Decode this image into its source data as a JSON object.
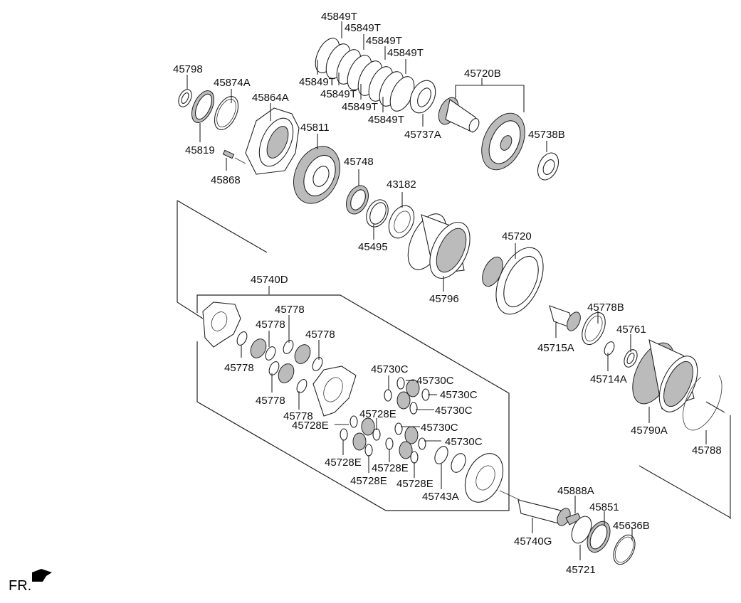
{
  "diagram": {
    "title": "Transaxle output / planetary gear parts diagram",
    "orientation_marker": "FR.",
    "labels": {
      "p45849T_1": "45849T",
      "p45849T_2": "45849T",
      "p45849T_3": "45849T",
      "p45849T_4": "45849T",
      "p45849T_5": "45849T",
      "p45849T_6": "45849T",
      "p45849T_7": "45849T",
      "p45849T_8": "45849T",
      "p45798": "45798",
      "p45874A": "45874A",
      "p45864A": "45864A",
      "p45819": "45819",
      "p45868": "45868",
      "p45811": "45811",
      "p45737A": "45737A",
      "p45720B": "45720B",
      "p45738B": "45738B",
      "p45748": "45748",
      "p43182": "43182",
      "p45495": "45495",
      "p45720": "45720",
      "p45796": "45796",
      "p45740D": "45740D",
      "p45778_1": "45778",
      "p45778_2": "45778",
      "p45778_3": "45778",
      "p45778_4": "45778",
      "p45778_5": "45778",
      "p45778_6": "45778",
      "p45778B": "45778B",
      "p45715A": "45715A",
      "p45761": "45761",
      "p45714A": "45714A",
      "p45790A": "45790A",
      "p45788": "45788",
      "p45730C_1": "45730C",
      "p45730C_2": "45730C",
      "p45730C_3": "45730C",
      "p45730C_4": "45730C",
      "p45730C_5": "45730C",
      "p45730C_6": "45730C",
      "p45728E_1": "45728E",
      "p45728E_2": "45728E",
      "p45728E_3": "45728E",
      "p45728E_4": "45728E",
      "p45728E_5": "45728E",
      "p45728E_6": "45728E",
      "p45743A": "45743A",
      "p45888A": "45888A",
      "p45851": "45851",
      "p45740G": "45740G",
      "p45636B": "45636B",
      "p45721": "45721"
    }
  }
}
